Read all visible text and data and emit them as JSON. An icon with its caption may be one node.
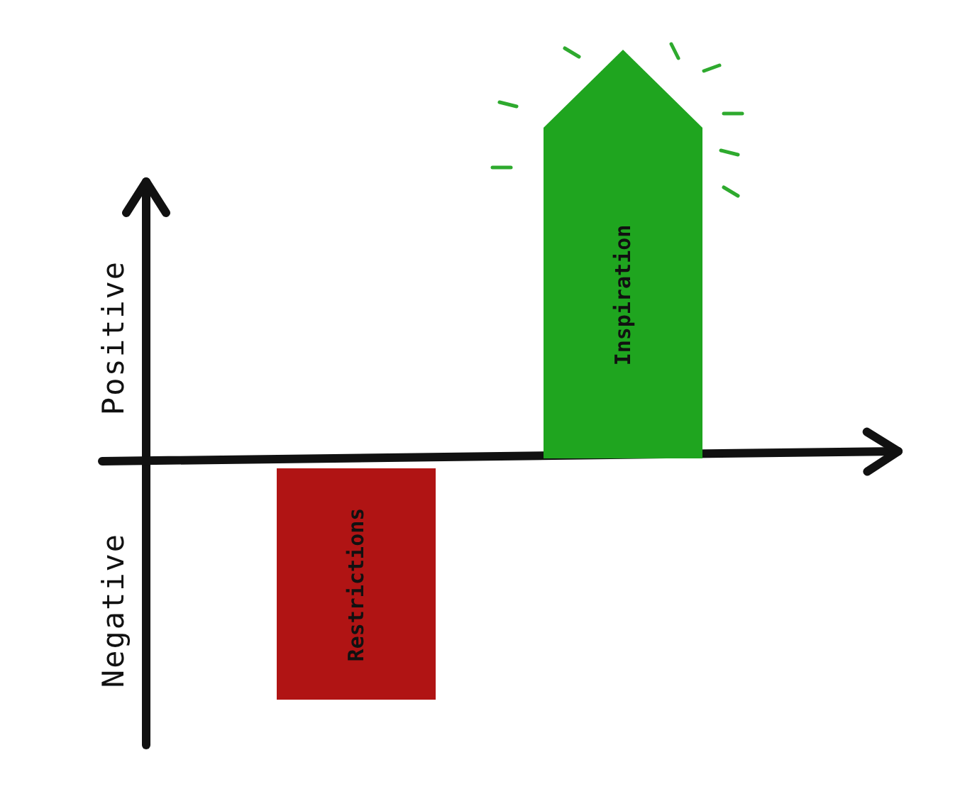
{
  "diagram": {
    "nodes": [
      {
        "text": [
          "Inspiration"
        ]
      },
      {
        "text": [
          "Restrictions"
        ]
      }
    ],
    "labels": [
      "Positive",
      "Negative"
    ]
  }
}
